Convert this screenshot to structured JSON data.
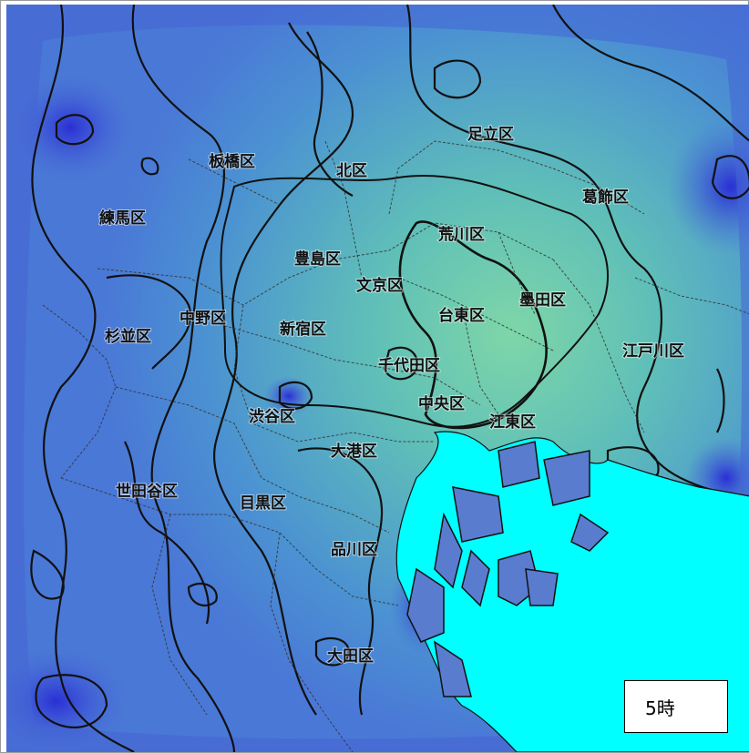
{
  "map": {
    "colors": {
      "low": "#3d4fd8",
      "mid": "#4a86d6",
      "high": "#62c6b6",
      "peak": "#7ed6a8",
      "water": "#00ffff",
      "contour": "#111111",
      "boundary": "#333333"
    },
    "wards": [
      {
        "id": "adachi",
        "label": "足立区"
      },
      {
        "id": "itabashi",
        "label": "板橋区"
      },
      {
        "id": "kita",
        "label": "北区"
      },
      {
        "id": "katsushika",
        "label": "葛飾区"
      },
      {
        "id": "nerima",
        "label": "練馬区"
      },
      {
        "id": "arakawa",
        "label": "荒川区"
      },
      {
        "id": "toshima",
        "label": "豊島区"
      },
      {
        "id": "bunkyo",
        "label": "文京区"
      },
      {
        "id": "sumida",
        "label": "墨田区"
      },
      {
        "id": "taito",
        "label": "台東区"
      },
      {
        "id": "suginami",
        "label": "杉並区"
      },
      {
        "id": "nakano",
        "label": "中野区"
      },
      {
        "id": "shinjuku",
        "label": "新宿区"
      },
      {
        "id": "edogawa",
        "label": "江戸川区"
      },
      {
        "id": "chiyoda",
        "label": "千代田区"
      },
      {
        "id": "chuo",
        "label": "中央区"
      },
      {
        "id": "shibuya",
        "label": "渋谷区"
      },
      {
        "id": "koto",
        "label": "江東区"
      },
      {
        "id": "minato",
        "label": "大港区"
      },
      {
        "id": "setagaya",
        "label": "世田谷区"
      },
      {
        "id": "meguro",
        "label": "目黒区"
      },
      {
        "id": "shinagawa",
        "label": "品川区"
      },
      {
        "id": "ota",
        "label": "大田区"
      }
    ]
  },
  "time_label": "5時"
}
